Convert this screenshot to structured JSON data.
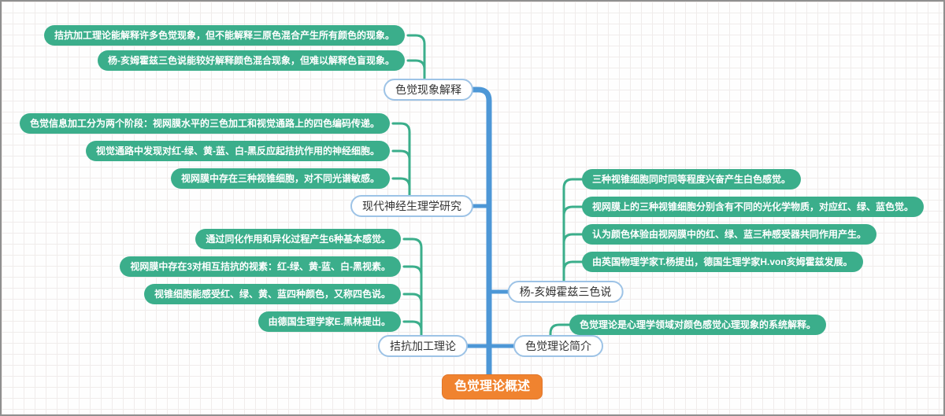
{
  "canvas": {
    "background": "#fefefe",
    "grid_color": "#f0eceb",
    "frame_color": "#8f8f8f"
  },
  "colors": {
    "leaf_green": "#3bae8b",
    "trunk_blue": "#4d97d6",
    "branch_node_border": "#9dc3e6",
    "root_orange": "#f0832f"
  },
  "root": {
    "label": "色觉理论概述"
  },
  "branches": [
    {
      "label": "色觉现象解释",
      "leaves": [
        "拮抗加工理论能解释许多色觉现象，但不能解释三原色混合产生所有颜色的现象。",
        "杨-亥姆霍兹三色说能较好解释颜色混合现象，但难以解释色盲现象。"
      ]
    },
    {
      "label": "现代神经生理学研究",
      "leaves": [
        "色觉信息加工分为两个阶段：视网膜水平的三色加工和视觉通路上的四色编码传递。",
        "视觉通路中发现对红-绿、黄-蓝、白-黑反应起拮抗作用的神经细胞。",
        "视网膜中存在三种视锥细胞，对不同光谱敏感。"
      ]
    },
    {
      "label": "拮抗加工理论",
      "leaves": [
        "通过同化作用和异化过程产生6种基本感觉。",
        "视网膜中存在3对相互拮抗的视素：红-绿、黄-蓝、白-黑视素。",
        "视锥细胞能感受红、绿、黄、蓝四种颜色，又称四色说。",
        "由德国生理学家E.黑林提出。"
      ]
    },
    {
      "label": "杨-亥姆霍兹三色说",
      "leaves": [
        "三种视锥细胞同时同等程度兴奋产生白色感觉。",
        "视网膜上的三种视锥细胞分别含有不同的光化学物质，对应红、绿、蓝色觉。",
        "认为颜色体验由视网膜中的红、绿、蓝三种感受器共同作用产生。",
        "由英国物理学家T.杨提出，德国生理学家H.von亥姆霍兹发展。"
      ]
    },
    {
      "label": "色觉理论简介",
      "leaves": [
        "色觉理论是心理学领域对颜色感觉心理现象的系统解释。"
      ]
    }
  ]
}
